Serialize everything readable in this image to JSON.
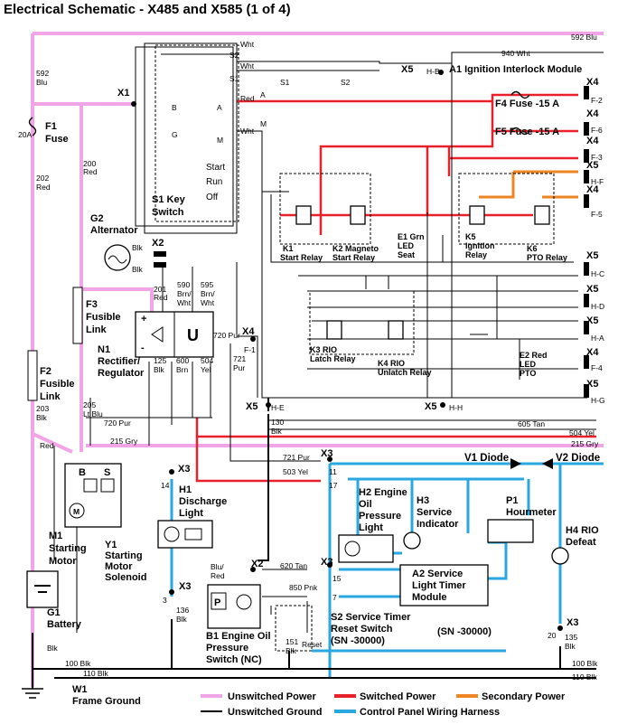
{
  "title": "Electrical Schematic - X485 and X585 (1 of 4)",
  "colors": {
    "unswitched_power": "#f2a5e6",
    "switched_power": "#e8202a",
    "secondary_power": "#ee8422",
    "control_panel_harness": "#29a8e0",
    "ground": "#000000"
  },
  "components": {
    "x1": "X1",
    "f1": "F1",
    "f1_sub": "Fuse",
    "f1_rating": "20A",
    "g2": "G2",
    "g2_sub": "Alternator",
    "x2a": "X2",
    "f3": "F3",
    "f3_sub1": "Fusible",
    "f3_sub2": "Link",
    "n1": "N1",
    "n1_sub1": "Rectifier/",
    "n1_sub2": "Regulator",
    "f2": "F2",
    "f2_sub1": "Fusible",
    "f2_sub2": "Link",
    "s1": "S1 Key",
    "s1_sub": "Switch",
    "s1_start": "Start",
    "s1_run": "Run",
    "s1_off": "Off",
    "a1": "A1 Ignition Interlock Module",
    "x5a": "X5",
    "hb": "H-B",
    "f4": "F4 Fuse -15 A",
    "f5": "F5 Fuse -15 A",
    "k1": "K1",
    "k1_sub": "Start Relay",
    "k2": "K2 Magneto",
    "k2_sub": "Start Relay",
    "e1": "E1 Grn",
    "e1_sub1": "LED",
    "e1_sub2": "Seat",
    "k5": "K5",
    "k5_sub1": "Ignition",
    "k5_sub2": "Relay",
    "k6": "K6",
    "k6_sub": "PTO Relay",
    "k3": "K3 RIO",
    "k3_sub": "Latch Relay",
    "k4": "K4 RIO",
    "k4_sub": "Unlatch Relay",
    "e2": "E2 Red",
    "e2_sub1": "LED",
    "e2_sub2": "PTO",
    "x4a": "X4",
    "f1pin": "F-1",
    "x5b": "X5",
    "he": "H-E",
    "x5c": "X5",
    "hh": "H-H",
    "x3a": "X3",
    "x3b": "X3",
    "x3c": "X3",
    "x3d": "X3",
    "x3e": "X3",
    "m1": "M1",
    "m1_sub1": "Starting",
    "m1_sub2": "Motor",
    "y1": "Y1",
    "y1_sub1": "Starting",
    "y1_sub2": "Motor",
    "y1_sub3": "Solenoid",
    "h1": "H1",
    "h1_sub1": "Discharge",
    "h1_sub2": "Light",
    "h2": "H2 Engine",
    "h2_sub1": "Oil",
    "h2_sub2": "Pressure",
    "h2_sub3": "Light",
    "h3": "H3",
    "h3_sub1": "Service",
    "h3_sub2": "Indicator",
    "p1": "P1",
    "p1_sub": "Hourmeter",
    "h4": "H4 RIO",
    "h4_sub": "Defeat",
    "v1": "V1 Diode",
    "v2": "V2 Diode",
    "a2": "A2 Service",
    "a2_sub1": "Light Timer",
    "a2_sub2": "Module",
    "a2_sn": "(SN -30000)",
    "x2b": "X2",
    "s2": "S2 Service Timer",
    "s2_sub1": "Reset Switch",
    "s2_sub2": "(SN -30000)",
    "s2_reset": "Reset",
    "b1": "B1 Engine Oil",
    "b1_sub1": "Pressure",
    "b1_sub2": "Switch (NC)",
    "g1": "G1",
    "g1_sub": "Battery",
    "w1": "W1",
    "w1_sub": "Frame Ground",
    "plus": "+",
    "minus": "-",
    "b": "B",
    "s": "S",
    "m": "M",
    "u": "U",
    "p": "P"
  },
  "right_connectors": [
    {
      "conn": "X4",
      "pin": "F-2"
    },
    {
      "conn": "X4",
      "pin": "F-6"
    },
    {
      "conn": "X4",
      "pin": "F-3"
    },
    {
      "conn": "X5",
      "pin": "H-F"
    },
    {
      "conn": "X4",
      "pin": "F-5"
    },
    {
      "conn": "X5",
      "pin": "H-C"
    },
    {
      "conn": "X5",
      "pin": "H-D"
    },
    {
      "conn": "X5",
      "pin": "H-A"
    },
    {
      "conn": "X4",
      "pin": "F-4"
    },
    {
      "conn": "X5",
      "pin": "H-G"
    }
  ],
  "switch_terminals": {
    "s2": "S2",
    "s1": "S1",
    "b": "B",
    "a": "A",
    "g": "G",
    "m": "M",
    "s1a": "S1",
    "s2a": "S2",
    "ar": "A",
    "mr": "M"
  },
  "wires": {
    "w592_top": "592 Blu",
    "w592_left": "592",
    "w592_left2": "Blu",
    "w940": "940 Wht",
    "wht1": "Wht",
    "wht2": "Wht",
    "wht3": "Wht",
    "red1": "Red",
    "w200": "200",
    "w200b": "Red",
    "w202": "202",
    "w202b": "Red",
    "w201": "201",
    "w201b": "Red",
    "blk1": "Blk",
    "blk2": "Blk",
    "w590": "590",
    "w590b": "Brn/",
    "w590c": "Wht",
    "w595": "595",
    "w595b": "Brn/",
    "w595c": "Wht",
    "w720a": "720 Pur",
    "w721": "721",
    "w721b": "Pur",
    "w125": "125",
    "w125b": "Blk",
    "w600": "600",
    "w600b": "Brn",
    "w504": "504",
    "w504b": "Yel",
    "w203": "203",
    "w203b": "Blk",
    "w205": "205",
    "w205b": "Lt Blu",
    "w720b": "720 Pur",
    "w130": "130",
    "w130b": "Blk",
    "w605": "605 Tan",
    "w504r": "504 Yel",
    "w215": "215 Gry",
    "w215r": "215 Gry",
    "redm": "Red",
    "w721c": "721 Pur",
    "w503": "503 Yel",
    "pin11": "11",
    "pin17": "17",
    "pin14": "14",
    "pin3": "3",
    "pin15": "15",
    "pin7": "7",
    "pin20": "20",
    "w136": "136",
    "w136b": "Blk",
    "blured": "Blu/",
    "blured2": "Red",
    "w620": "620 Tan",
    "w850": "850 Pnk",
    "w151": "151",
    "w151b": "Blk",
    "w135": "135",
    "w135b": "Blk",
    "blk3": "Blk",
    "w100": "100 Blk",
    "w110": "110 Blk",
    "w100r": "100 Blk",
    "w110r": "110 Blk"
  },
  "legend": {
    "unswitched_power": "Unswitched Power",
    "switched_power": "Switched Power",
    "secondary_power": "Secondary Power",
    "unswitched_ground": "Unswitched Ground",
    "control_panel": "Control Panel Wiring Harness"
  }
}
